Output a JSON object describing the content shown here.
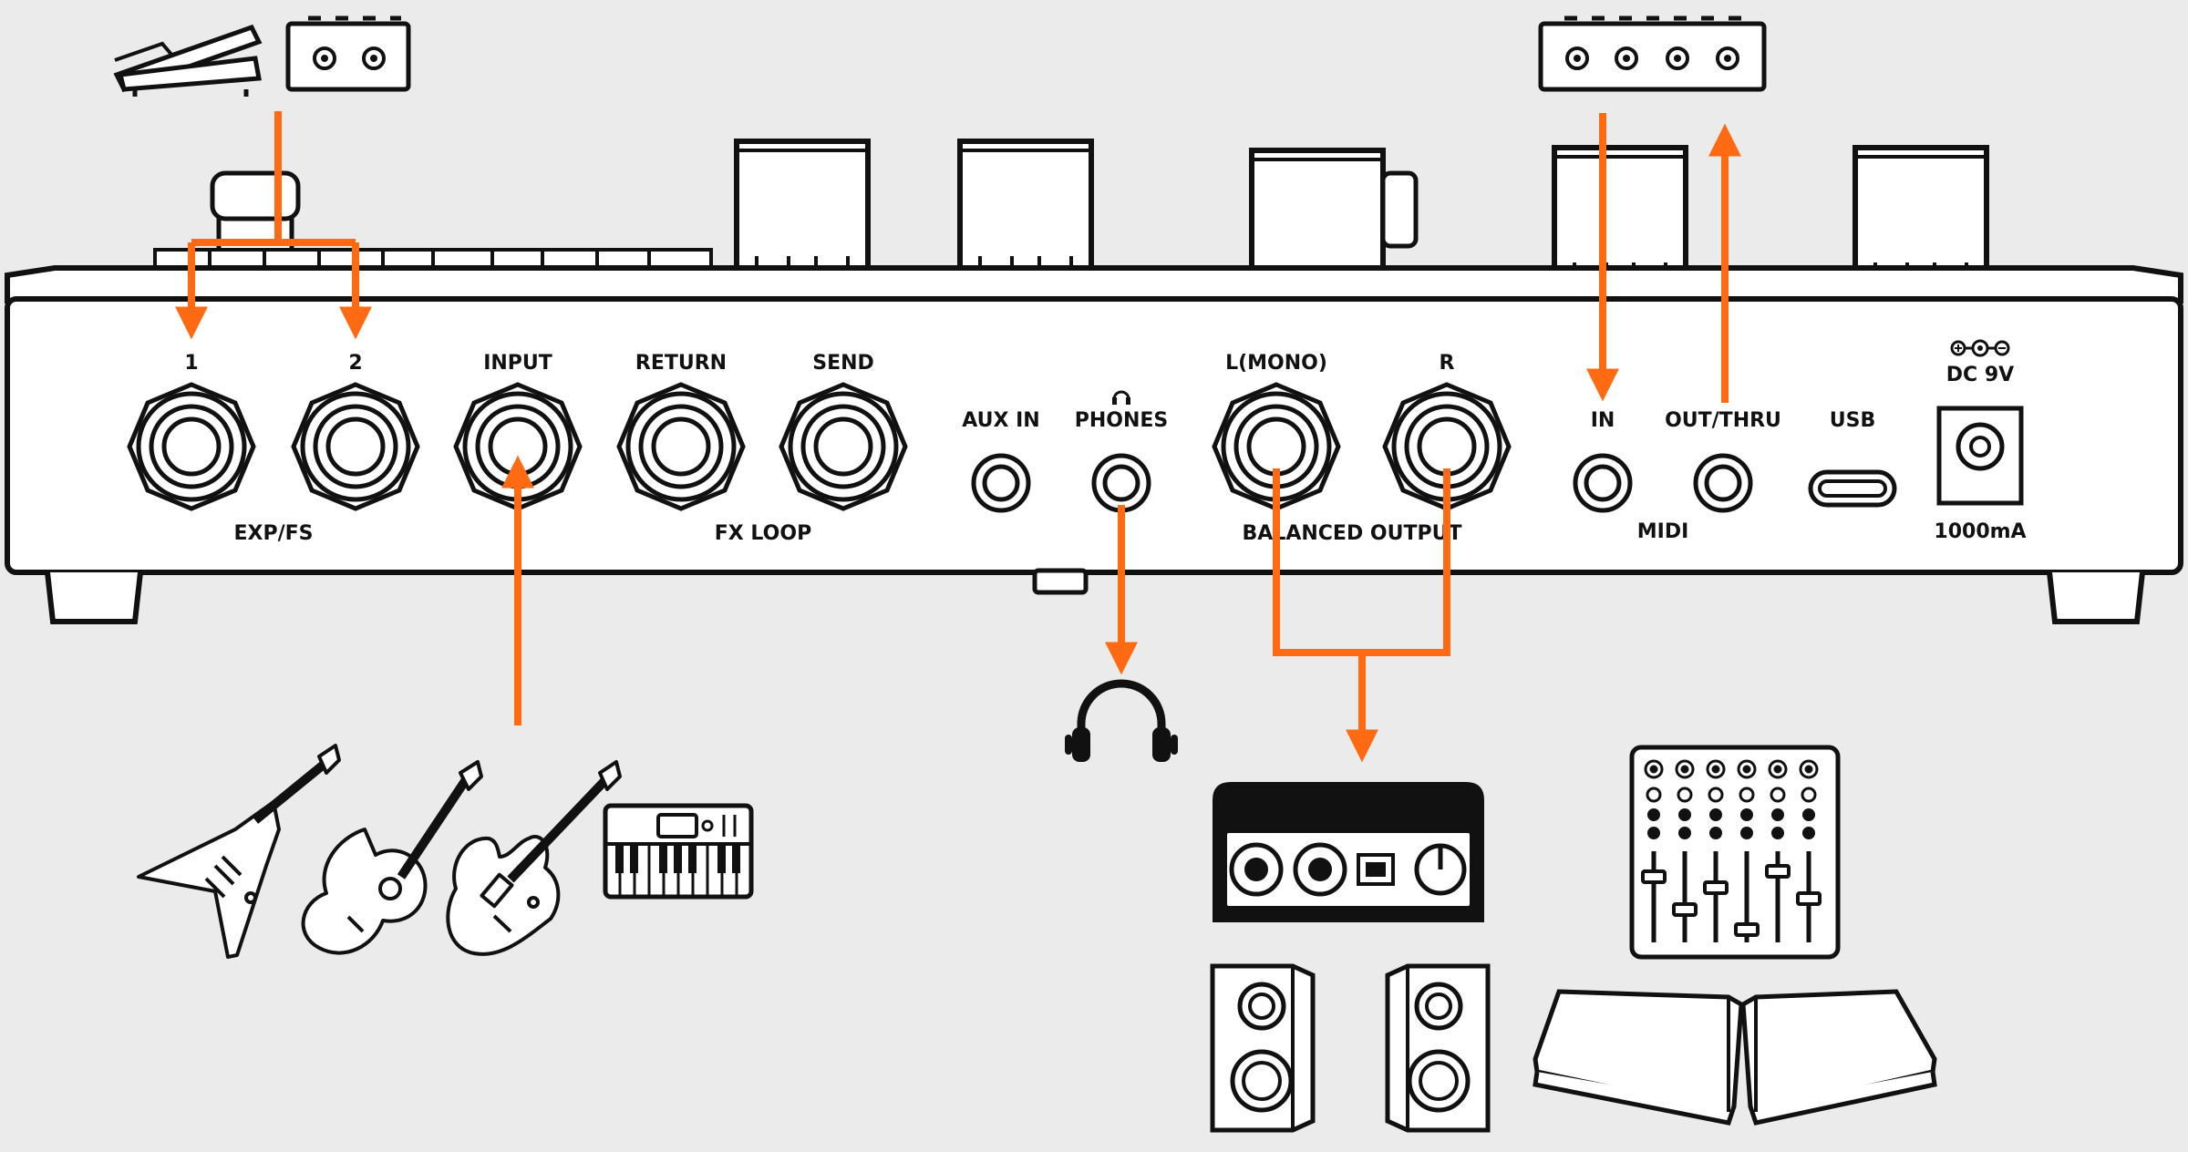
{
  "colors": {
    "background": "#ebebeb",
    "outline": "#111111",
    "accent": "#ff6a13",
    "fill": "#ffffff"
  },
  "labels": {
    "exp1": "1",
    "exp2": "2",
    "input": "INPUT",
    "return": "RETURN",
    "send": "SEND",
    "aux_in": "AUX IN",
    "phones": "PHONES",
    "l_mono": "L(MONO)",
    "r": "R",
    "midi_in": "IN",
    "midi_out_thru": "OUT/THRU",
    "usb": "USB",
    "dc": "DC 9V",
    "exp_fs": "EXP/FS",
    "fx_loop": "FX LOOP",
    "balanced_output": "BALANCED OUTPUT",
    "midi": "MIDI",
    "current": "1000mA"
  },
  "icons": {
    "expression_pedal": "expression-pedal-icon",
    "footswitch_2": "dual-footswitch-icon",
    "midi_controller": "midi-device-icon",
    "headphones": "headphones-icon",
    "flying_v_guitar": "electric-guitar-icon",
    "acoustic_guitar": "acoustic-guitar-icon",
    "strat_guitar": "strat-guitar-icon",
    "keyboard": "keyboard-synth-icon",
    "audio_interface": "audio-interface-icon",
    "studio_monitors": "studio-monitor-icon",
    "mixer": "mixer-icon",
    "stage_wedges": "stage-monitor-icon"
  }
}
